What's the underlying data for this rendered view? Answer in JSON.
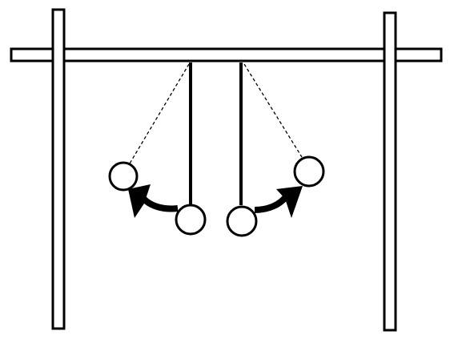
{
  "diagram": {
    "stroke_color": "#000000",
    "fill_color": "#ffffff",
    "icons": {
      "frame": "wooden-frame",
      "left_pendulum": "pendulum-with-motion-arrow",
      "right_pendulum": "pendulum-with-motion-arrow"
    }
  }
}
